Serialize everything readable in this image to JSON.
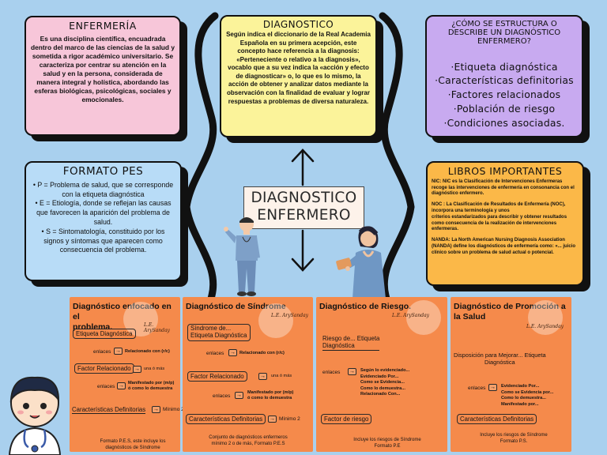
{
  "enfermeria": {
    "title": "ENFERMERÍA",
    "text": "Es una disciplina científica, encuadrada dentro del marco de las ciencias de la salud y\nsometida a rigor académico universitario. Se caracteriza por centrar su atención en la salud y en la persona, considerada de manera integral y holística, abordando las esferas biológicas, psicológicas, sociales y emocionales."
  },
  "diagnostico": {
    "title": "DIAGNOSTICO",
    "text": "Según indica el diccionario de la Real Academia Española en su primera acepción, este\nconcepto hace referencia a la diagnosis: «Perteneciente o relativo a la diagnosis», vocablo que a su vez indica la «acción y efecto de diagnosticar» o, lo que es lo mismo, la acción de obtener y analizar datos mediante la observación con la finalidad de evaluar y lograr respuestas a problemas de diversa naturaleza."
  },
  "estructura": {
    "title": "¿CÓMO SE ESTRUCTURA O DESCRIBE UN DIAGNÓSTICO ENFERMERO?",
    "items": [
      "·Etiqueta diagnóstica",
      "·Características definitorias",
      "·Factores relacionados",
      "·Población de riesgo",
      "·Condiciones asociadas."
    ]
  },
  "formato_pes": {
    "title": "FORMATO PES",
    "text": "• P = Problema de salud, que se corresponde con la etiqueta diagnóstica\n• E = Etiología, donde se reflejan las causas que favorecen la aparición del problema de\nsalud.\n• S = Sintomatología, constituido por los signos y síntomas que aparecen como consecuencia del problema."
  },
  "libros": {
    "title": "LIBROS IMPORTANTES",
    "nic": "NIC: NIC es la Clasificación de Intervenciones Enfermeras recoge las intervenciones de enfermería en consonancia con el diagnóstico enfermero.",
    "noc": "NOC : La Clasificación de Resultados de Enfermería (NOC), incorpora una terminología y unos\ncriterios estandarizados para describir y obtener resultados como consecuencia de la realización de intervenciones enfermeras.",
    "nanda": "NANDA: La North American Nursing Diagnosis Association (NANDA) define los diagnósticos de enfermería como: «... juicio clínico sobre un problema de salud actual o potencial."
  },
  "center": {
    "line1": "DIAGNOSTICO",
    "line2": "ENFERMERO"
  },
  "panels": {
    "p1": {
      "title": "Diagnóstico enfocado en el\nproblema.",
      "etiqueta": "Etiqueta Diagnóstica",
      "enlaces1": "enlaces",
      "relacionado": "Relacionado con (r/c)",
      "factor": "Factor Relacionado",
      "una_o_mas": "una ó más",
      "enlaces2": "enlaces",
      "manifestado": "Manifestado por (m/p)\nó como lo demuestra",
      "caracteristicas": "Características Definitorias",
      "minimo": "Mínimo 2",
      "footer": "Formato P.E.S, este incluye los\ndiagnósticos de Síndrome"
    },
    "p2": {
      "title": "Diagnóstico de Síndrome",
      "etiqueta": "Síndrome de...\nEtiqueta Diagnóstica",
      "enlaces1": "enlaces",
      "relacionado": "Relacionado con (r/c)",
      "factor": "Factor Relacionado",
      "una_o_mas": "una ó más",
      "enlaces2": "enlaces",
      "manifestado": "Manifestado por (m/p)\nó como lo demuestra",
      "caracteristicas": "Características Definitorias",
      "minimo": "Mínimo 2",
      "footer": "Conjunto de diagnósticos enfermeros\nmínimo 2 o de más, Formato P.E.S"
    },
    "p3": {
      "title": "Diagnóstico de Riesgo.",
      "etiqueta": "Riesgo de... Etiqueta\nDiagnóstica",
      "enlaces": "enlaces",
      "list": "Según lo evidenciado...\nEvidenciado Por...\nComo se Evidencia...\nComo lo demuestra...\nRelacionado Con...",
      "factor": "Factor de riesgo",
      "footer": "Incluye los riesgos de Síndrome\nFormato P.E"
    },
    "p4": {
      "title": "Diagnóstico de Promoción a\nla Salud",
      "etiqueta": "Disposición para Mejorar... Etiqueta\nDiagnóstica",
      "enlaces": "enlaces",
      "list": "Evidenciado Por...\nComo se Evidencia por...\nComo lo demuestra...\nManifestado por...",
      "caracteristicas": "Características Definitorias",
      "footer": "Incluye los riesgos de Síndrome\nFormato P.S."
    }
  },
  "colors": {
    "background": "#a9d0ee",
    "enfermeria": "#f7c6d9",
    "diagnostico": "#fbf39a",
    "estructura": "#c8aaf0",
    "formato_pes": "#b8dcf7",
    "libros": "#fbb848",
    "panels": "#f58a4b"
  }
}
